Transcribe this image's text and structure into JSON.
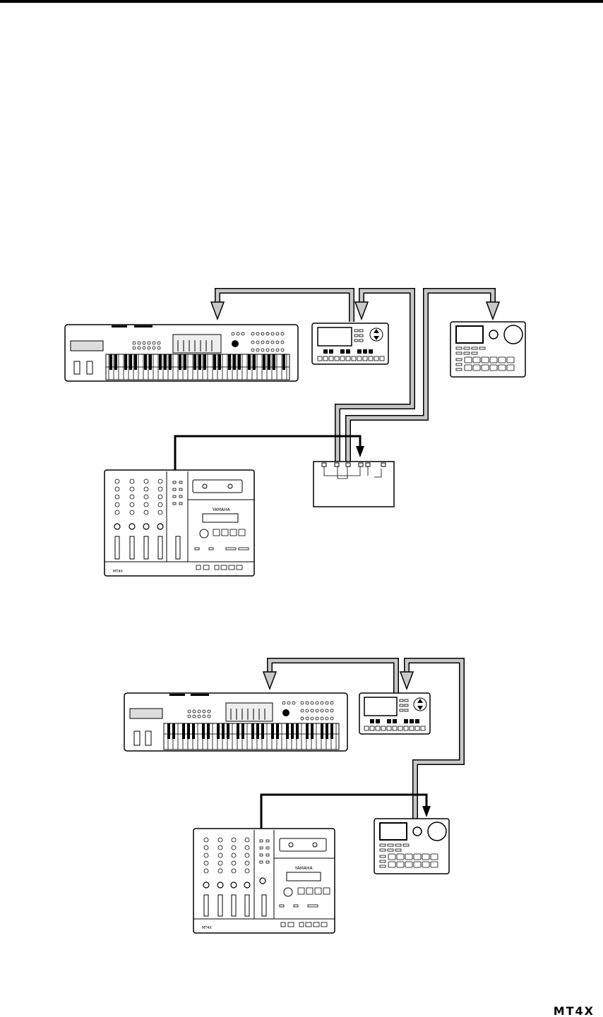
{
  "page": {
    "brand_logo": "MT4X"
  },
  "diagram1": {
    "mtr_brand": "YAMAHA",
    "mtr_model_mark": "MT4X"
  },
  "diagram2": {
    "mtr_brand": "YAMAHA",
    "mtr_model_mark": "MT4X"
  },
  "colors": {
    "ink": "#000000",
    "midi_cable_fill": "#c8c8c8"
  }
}
